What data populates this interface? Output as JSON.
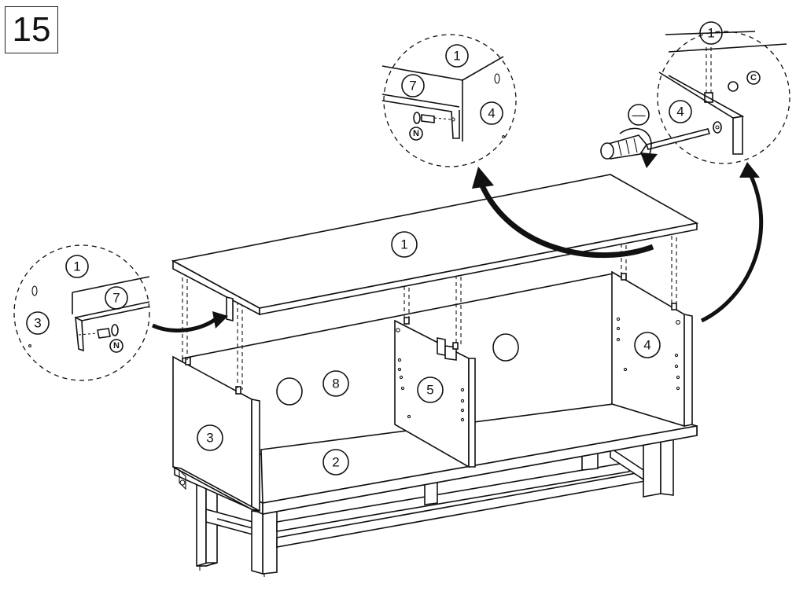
{
  "step_number": "15",
  "parts": {
    "top": "1",
    "bottom": "2",
    "left_side": "3",
    "right_side": "4",
    "divider": "5",
    "back_rail": "7",
    "back_panel": "8"
  },
  "hardware": {
    "screw": "N",
    "cam_lock": "C"
  },
  "tool_icon": "screwdriver-icon",
  "direction_symbol": "—",
  "detail_left": {
    "part_top": "1",
    "part_rail": "7",
    "part_side": "3",
    "hardware": "N"
  },
  "detail_middle": {
    "part_top": "1",
    "part_rail": "7",
    "part_side": "4",
    "hardware": "N"
  },
  "detail_right": {
    "part_top": "1",
    "part_side": "4",
    "hardware": "C"
  }
}
